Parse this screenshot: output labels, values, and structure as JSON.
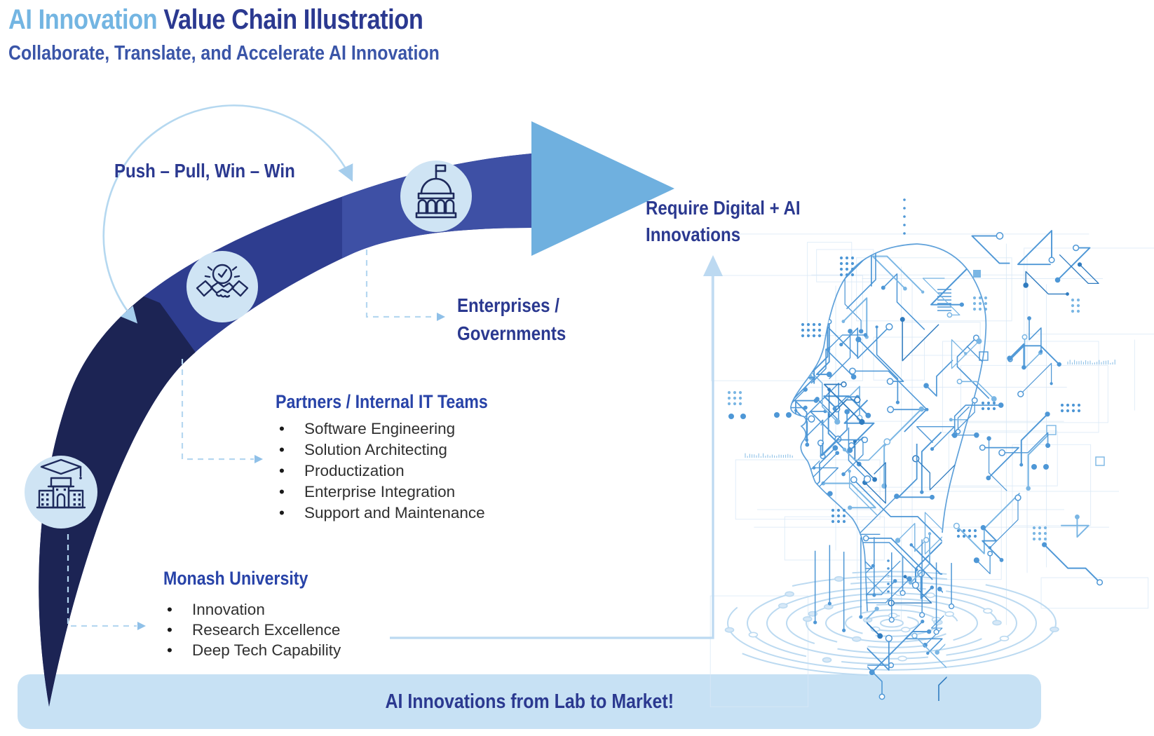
{
  "header": {
    "title_accent": "AI Innovation",
    "title_rest": " Value Chain Illustration",
    "subtitle": "Collaborate, Translate, and Accelerate AI Innovation"
  },
  "labels": {
    "push_pull": "Push – Pull, Win – Win",
    "require_line1": "Require Digital + AI",
    "require_line2": "Innovations",
    "enterprises_line1": "Enterprises /",
    "enterprises_line2": "Governments"
  },
  "partners": {
    "heading": "Partners / Internal IT Teams",
    "items": [
      "Software Engineering",
      "Solution Architecting",
      "Productization",
      "Enterprise Integration",
      "Support and Maintenance"
    ]
  },
  "monash": {
    "heading": "Monash University",
    "items": [
      "Innovation",
      "Research Excellence",
      "Deep Tech Capability"
    ]
  },
  "banner": {
    "text": "AI Innovations from Lab to Market!"
  },
  "icons": {
    "university": "university-building-icon",
    "partnership": "handshake-agreement-icon",
    "government": "government-dome-icon",
    "flow": "value-chain-arrow",
    "loop": "circular-loop-arrow",
    "illustration": "ai-circuit-head-illustration"
  },
  "colors": {
    "navy": "#2b3990",
    "subtitle": "#3a55a8",
    "accent": "#73b5e2",
    "heading2": "#2843a8",
    "band_dark": "#1c2454",
    "band_mid": "#2e3d8f",
    "band_light": "#3e50a5",
    "arrow": "#6fb0df",
    "circle_bg": "#cfe4f4",
    "icon_stroke": "#1e2a5c",
    "dash": "#b5d7f0",
    "dash_arrow": "#8fc0e8",
    "loop": "#b5d8f0",
    "larrow": "#bcd9f1",
    "banner_bg": "#c7e1f4",
    "bullet_text": "#303030",
    "trace": "#4e97d6",
    "trace_dark": "#2f7bbf",
    "trace_light": "#7ab6e4",
    "faint": "#d9e8f6",
    "ring": "#bcdaf1",
    "ring_fill": "#d6e8f7"
  }
}
